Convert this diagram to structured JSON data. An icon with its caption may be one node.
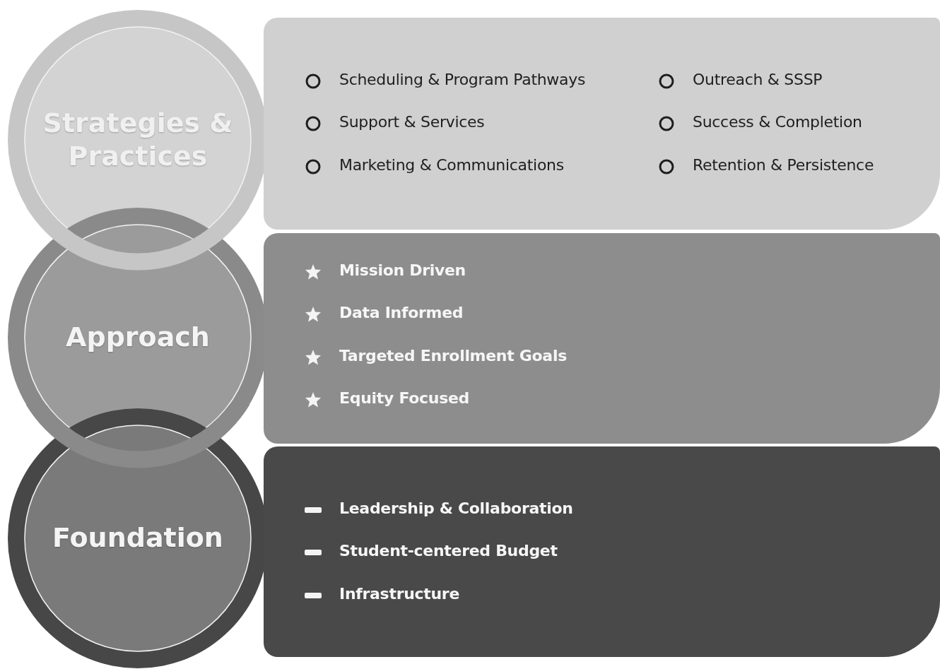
{
  "diagram": {
    "nodes": [
      {
        "text": [
          "Strategies & Practices"
        ]
      },
      {
        "text": [
          "Scheduling & Program Pathways",
          "Outreach & SSSP",
          "Support & Services",
          "Success & Completion",
          "Marketing & Communications",
          "Retention & Persistence"
        ]
      },
      {
        "text": [
          "Approach"
        ]
      },
      {
        "text": [
          "Mission Driven",
          "Data Informed",
          "Targeted Enrollment Goals",
          "Equity Focused"
        ]
      },
      {
        "text": [
          "Foundation"
        ]
      },
      {
        "text": [
          "Leadership & Collaboration",
          "Student-centered Budget",
          "Infrastructure"
        ]
      }
    ]
  }
}
